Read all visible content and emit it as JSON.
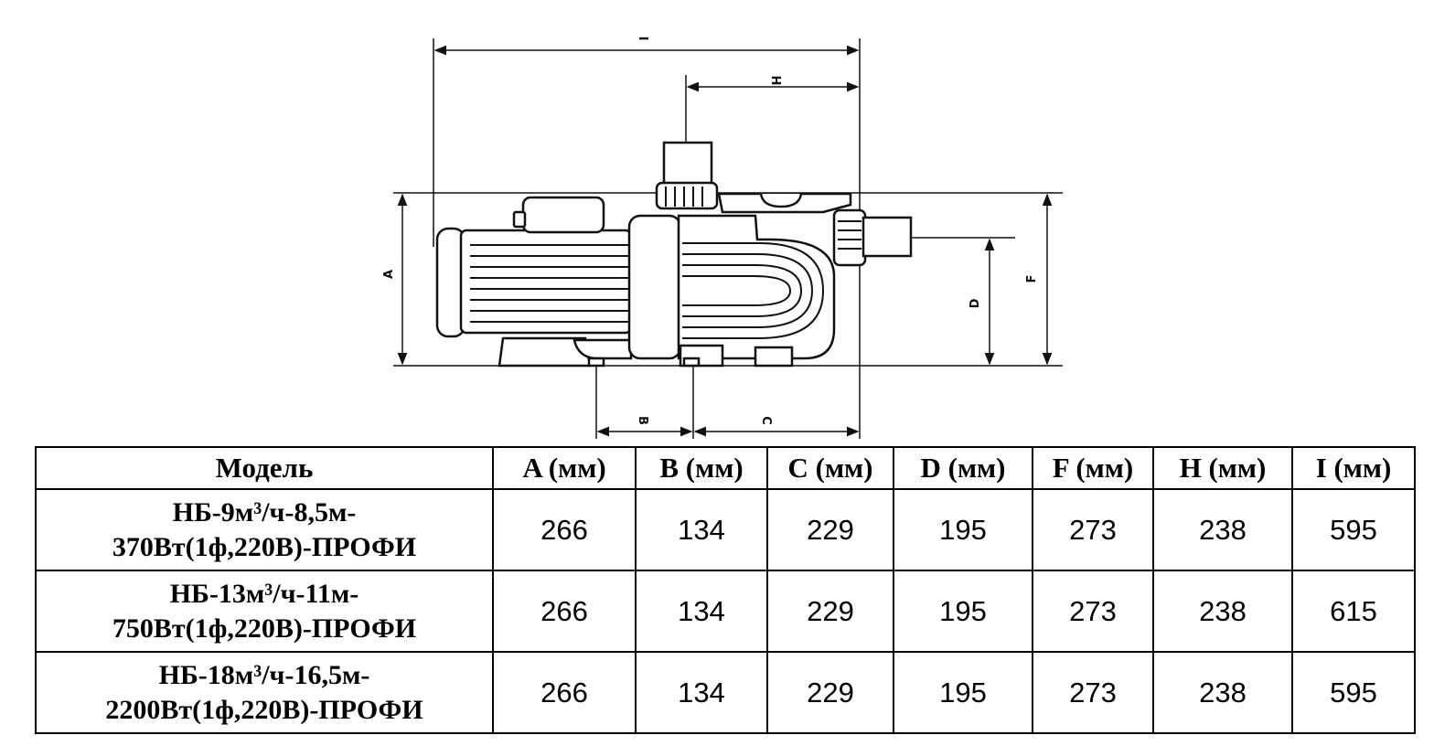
{
  "drawing": {
    "labels": {
      "a": "A",
      "b": "B",
      "c": "C",
      "d": "D",
      "f": "F",
      "h": "H",
      "i": "I"
    }
  },
  "table": {
    "headers": [
      "Модель",
      "A (мм)",
      "B (мм)",
      "C (мм)",
      "D (мм)",
      "F (мм)",
      "H (мм)",
      "I (мм)"
    ],
    "rows": [
      {
        "model_line1": "НБ-9м³/ч-8,5м-",
        "model_line2": "370Вт(1ф,220В)-ПРОФИ",
        "values": [
          "266",
          "134",
          "229",
          "195",
          "273",
          "238",
          "595"
        ]
      },
      {
        "model_line1": "НБ-13м³/ч-11м-",
        "model_line2": "750Вт(1ф,220В)-ПРОФИ",
        "values": [
          "266",
          "134",
          "229",
          "195",
          "273",
          "238",
          "615"
        ]
      },
      {
        "model_line1": "НБ-18м³/ч-16,5м-",
        "model_line2": "2200Вт(1ф,220В)-ПРОФИ",
        "values": [
          "266",
          "134",
          "229",
          "195",
          "273",
          "238",
          "595"
        ]
      }
    ]
  }
}
